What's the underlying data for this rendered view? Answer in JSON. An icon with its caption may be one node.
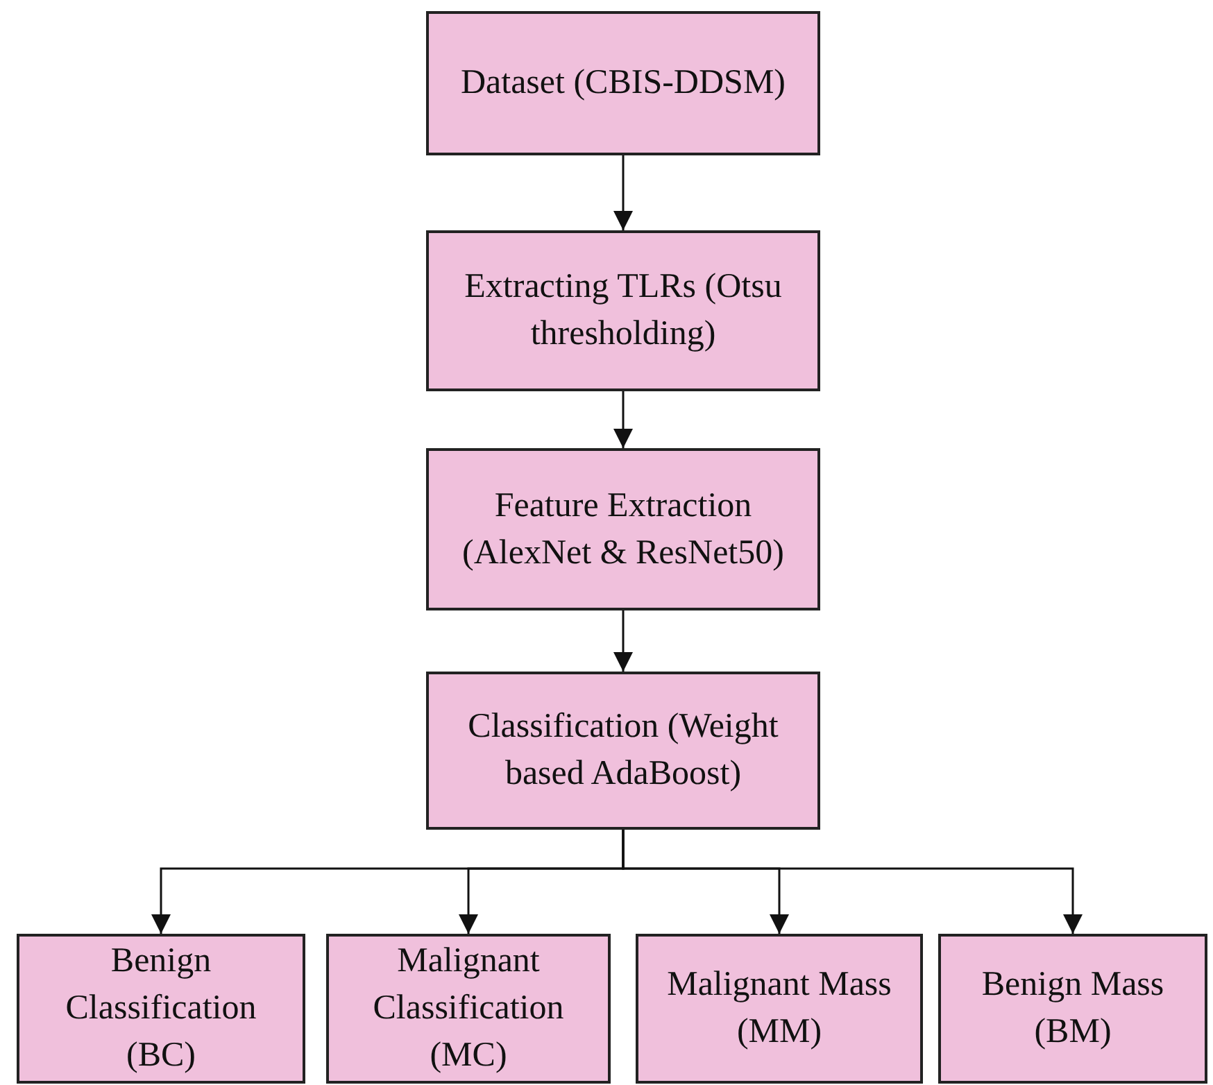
{
  "diagram": {
    "nodes": [
      {
        "text": [
          "Dataset (CBIS-DDSM)"
        ]
      },
      {
        "text": [
          "Extracting TLRs (Otsu thresholding)"
        ]
      },
      {
        "text": [
          "Feature Extraction (AlexNet & ResNet50)"
        ]
      },
      {
        "text": [
          "Classification (Weight based AdaBoost)"
        ]
      },
      {
        "text": [
          "Benign Classification (BC)"
        ]
      },
      {
        "text": [
          "Malignant Classification (MC)"
        ]
      },
      {
        "text": [
          "Malignant Mass (MM)"
        ]
      },
      {
        "text": [
          "Benign Mass (BM)"
        ]
      }
    ],
    "edges": [
      {
        "from": 0,
        "to": 1,
        "arrow": "to"
      },
      {
        "from": 1,
        "to": 2,
        "arrow": "to"
      },
      {
        "from": 2,
        "to": 3,
        "arrow": "to"
      },
      {
        "from": 3,
        "to": 4,
        "arrow": "to"
      },
      {
        "from": 3,
        "to": 5,
        "arrow": "to"
      },
      {
        "from": 3,
        "to": 6,
        "arrow": "to"
      },
      {
        "from": 3,
        "to": 7,
        "arrow": "to"
      }
    ]
  }
}
